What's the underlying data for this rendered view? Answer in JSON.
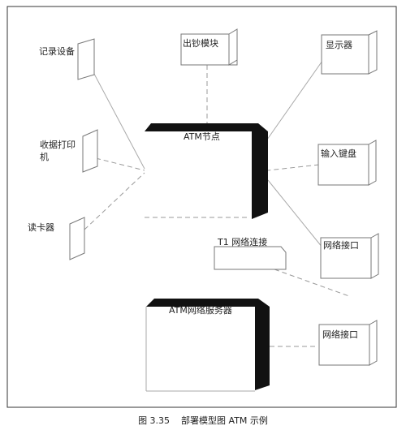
{
  "nodes": {
    "atm_node": "ATM节点",
    "atm_network_server": "ATM网络服务器"
  },
  "devices": {
    "recorder": "记录设备",
    "cash_module": "出钞模块",
    "display": "显示器",
    "receipt_printer_line1": "收据打印",
    "receipt_printer_line2": "机",
    "keypad": "输入键盘",
    "card_reader": "读卡器",
    "network_interface_1": "网络接口",
    "network_interface_2": "网络接口"
  },
  "note": {
    "t1_link": "T1  网络连接"
  },
  "caption": "图 3.35    部署模型图 ATM 示例"
}
